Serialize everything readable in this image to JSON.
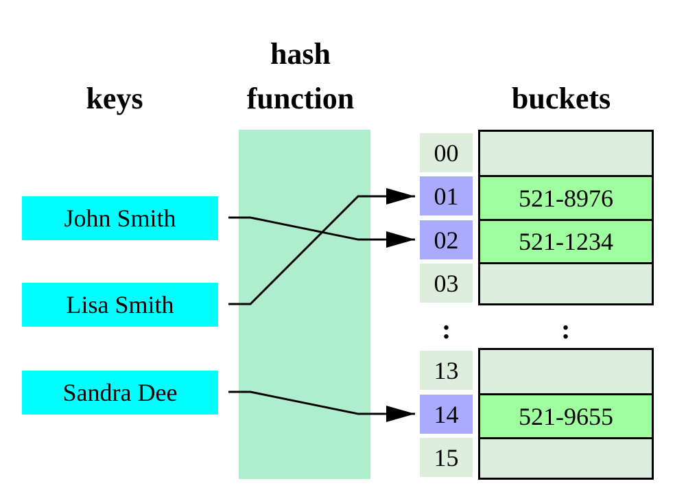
{
  "headings": {
    "keys": "keys",
    "hash_line1": "hash",
    "hash_line2": "function",
    "buckets": "buckets"
  },
  "keys": [
    "John Smith",
    "Lisa Smith",
    "Sandra Dee"
  ],
  "indices": [
    "00",
    "01",
    "02",
    "03",
    "13",
    "14",
    "15"
  ],
  "bucket_values": {
    "01": "521-8976",
    "02": "521-1234",
    "14": "521-9655"
  },
  "ellipsis": ":",
  "mappings": [
    {
      "key": "John Smith",
      "index": "02"
    },
    {
      "key": "Lisa Smith",
      "index": "01"
    },
    {
      "key": "Sandra Dee",
      "index": "14"
    }
  ],
  "colors": {
    "key_fill": "#00ffff",
    "hash_fill": "#aeeecd",
    "index_empty": "#ddeedd",
    "index_used": "#aaaaff",
    "bucket_empty": "#ddeedd",
    "bucket_filled": "#9fff9f"
  }
}
